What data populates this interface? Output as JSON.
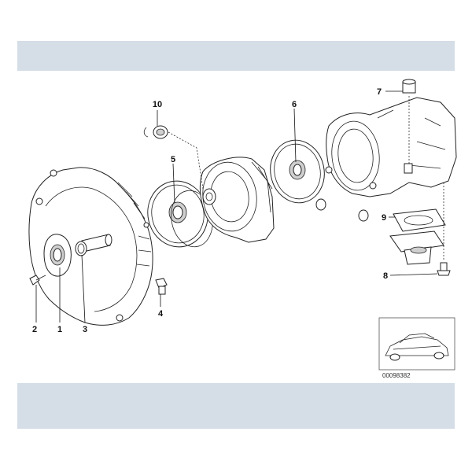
{
  "callouts": {
    "c1": "1",
    "c2": "2",
    "c3": "3",
    "c4": "4",
    "c5": "5",
    "c6": "6",
    "c7": "7",
    "c8": "8",
    "c9": "9",
    "c10": "10"
  },
  "thumbnail": {
    "ref_code": "00098382"
  },
  "colors": {
    "header_band": "#d5dde7",
    "footer_band": "#d5dde7",
    "line": "#222222"
  }
}
